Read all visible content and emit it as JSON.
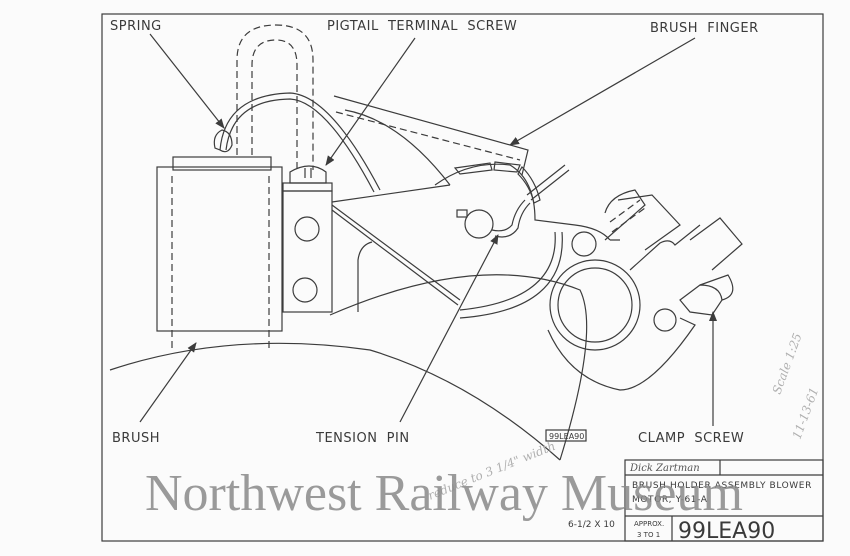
{
  "drawing": {
    "title_line1": "BRUSH HOLDER ASSEMBLY BLOWER",
    "title_line2": "MOTOR, Y-61-A",
    "number": "99LEA90",
    "number_stamp": "99LEA90",
    "scale_line1": "APPROX.",
    "scale_line2": "3 TO 1",
    "signature": "Dick Zartman",
    "size_note": "6-1/2 X 10",
    "handwritten_reduce": "reduce to 3 1/4\" width",
    "handwritten_scale": "Scale 1:25",
    "handwritten_date": "11-13-61"
  },
  "labels": {
    "spring": "SPRING",
    "pigtail_terminal_screw": "PIGTAIL  TERMINAL  SCREW",
    "brush_finger": "BRUSH  FINGER",
    "brush": "BRUSH",
    "tension_pin": "TENSION  PIN",
    "clamp_screw": "CLAMP  SCREW"
  },
  "watermark": "Northwest Railway Museum",
  "colors": {
    "line": "#3c3c3c",
    "paper": "#fbfbfb",
    "watermark": "#8a8a8a"
  }
}
